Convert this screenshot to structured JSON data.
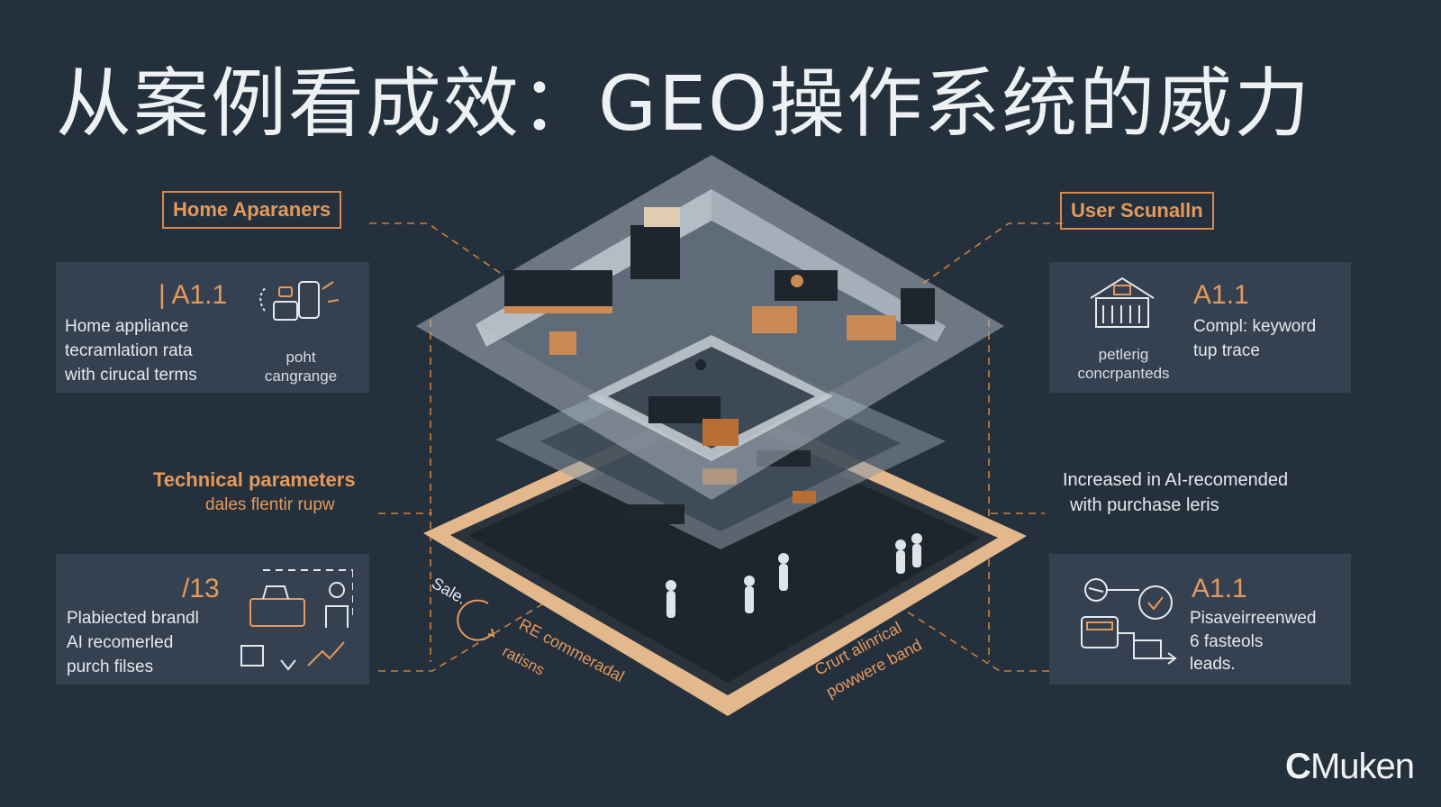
{
  "title": "从案例看成效：GEO操作系统的威力",
  "tags": {
    "left": "Home Aparaners",
    "right": "User Scunalln"
  },
  "panels": {
    "top_left": {
      "number": "| A1.1",
      "lines": [
        "Home appliance",
        "tecramlation rata",
        "with cirucal terms"
      ],
      "caption": [
        "poht",
        "cangrange"
      ]
    },
    "top_right": {
      "number": "A1.1",
      "lines": [
        "Compl: keyword",
        "tup trace"
      ],
      "caption": [
        "petlerig",
        "concrpanteds"
      ]
    },
    "bottom_left": {
      "number": "/13",
      "lines": [
        "Plabiected brandl",
        "AI recomerled",
        "purch filses"
      ]
    },
    "bottom_right": {
      "number": "A1.1",
      "lines": [
        "Pisaveirreenwed",
        "6 fasteols",
        "leads."
      ]
    }
  },
  "side_labels": {
    "tech_title": "Technical parameters",
    "tech_sub": "dales flentir rupw",
    "increase_1": "Increased in AI-recomended",
    "increase_2": "with purchase leris",
    "sale": "Sale.",
    "re_commerce": "RE commeradal",
    "re_sub": "ratisns",
    "right_curved_1": "Crurt alinrical",
    "right_curved_2": "powwere band"
  },
  "logo": "Muken",
  "colors": {
    "background": "#25303d",
    "panel": "#354150",
    "accent": "#e39a5c",
    "text": "#eef1f3"
  }
}
